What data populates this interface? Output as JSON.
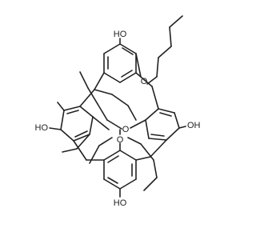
{
  "structure": {
    "kind": "skeletal-formula",
    "line_color": "#222222",
    "background_color": "#ffffff",
    "atom_labels": {
      "hydroxyl_top": "HO",
      "hydroxyl_right": "OH",
      "hydroxyl_left": "HO",
      "hydroxyl_bottom": "HO",
      "ether_upper": "O",
      "ether_middle": "O",
      "ether_lower": "O"
    }
  }
}
